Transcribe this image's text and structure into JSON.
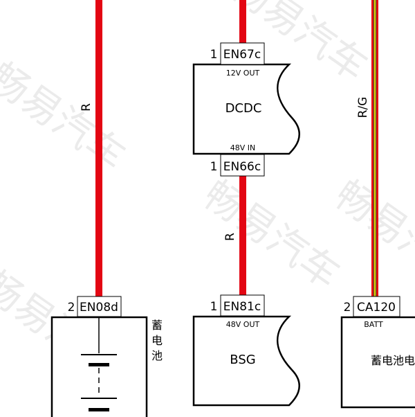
{
  "watermark": "畅易汽车",
  "colors": {
    "wire_red": "#e30613",
    "wire_green": "#2e7d32",
    "wire_yellow": "#f2c400",
    "outline": "#000000"
  },
  "wires": {
    "left": {
      "color_code": "R"
    },
    "middle_lower": {
      "color_code": "R"
    },
    "right": {
      "color_code": "R/G"
    }
  },
  "connectors": {
    "en67c": {
      "pin": "1",
      "name": "EN67c"
    },
    "en66c": {
      "pin": "1",
      "name": "EN66c"
    },
    "en08d": {
      "pin": "2",
      "name": "EN08d"
    },
    "en81c": {
      "pin": "1",
      "name": "EN81c"
    },
    "ca120": {
      "pin": "2",
      "name": "CA120"
    }
  },
  "components": {
    "dcdc": {
      "name": "DCDC",
      "top_port": "12V OUT",
      "bottom_port": "48V IN"
    },
    "bsg": {
      "name": "BSG",
      "top_port": "48V OUT"
    },
    "battery_left": {
      "label_chars": [
        "蓄",
        "电",
        "池"
      ]
    },
    "battery_right": {
      "name": "蓄电池电",
      "top_port": "BATT"
    }
  }
}
